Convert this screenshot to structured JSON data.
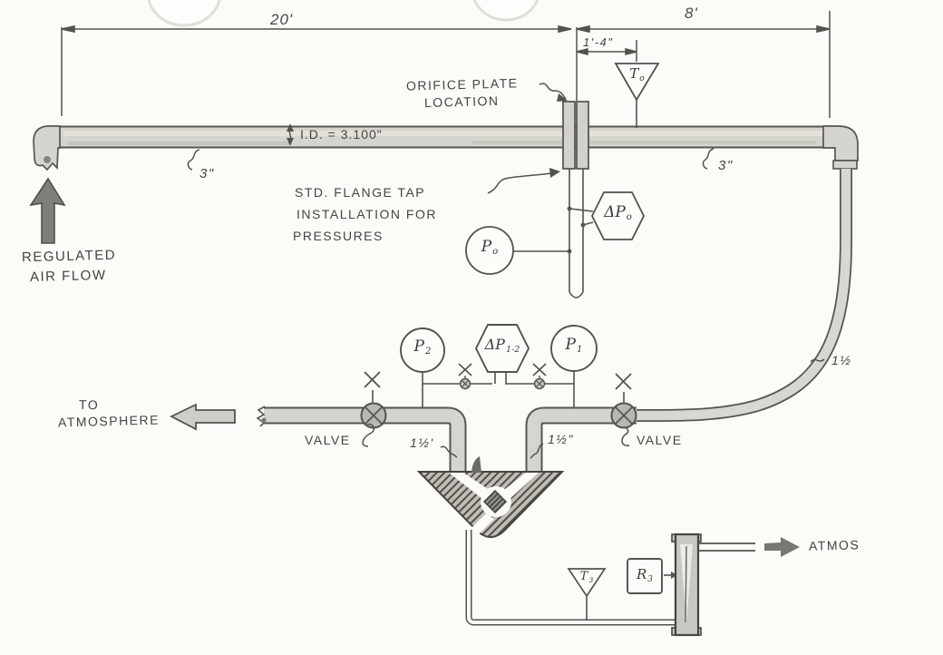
{
  "title": "Hand-drawn orifice meter piping schematic",
  "colors": {
    "paper": "#fcfbf7",
    "line": "#53524d",
    "pipe_fill": "#d6d4ce",
    "valve_fill": "#b9b7b1",
    "solid_arrow": "#7f7e78"
  },
  "dimensions": {
    "upstream_run": "20'",
    "downstream_run": "8'",
    "orifice_to_thermowell": "1'-4\"",
    "pipe_id": "I.D. = 3.100\"",
    "pipe_size_left": "3\"",
    "pipe_size_right": "3\"",
    "branch_left": "1½'",
    "branch_right": "1½\"",
    "downcomer_size": "1½"
  },
  "notes": {
    "orifice_line1": "ORIFICE PLATE",
    "orifice_line2": "LOCATION",
    "flange_line1": "STD. FLANGE TAP",
    "flange_line2": "INSTALLATION FOR",
    "flange_line3": "PRESSURES"
  },
  "flow": {
    "inlet_line1": "REGULATED",
    "inlet_line2": "AIR FLOW",
    "vent_line1": "TO",
    "vent_line2": "ATMOSPHERE",
    "outlet_label": "ATMOS"
  },
  "valves": {
    "left_label": "VALVE",
    "right_label": "VALVE"
  },
  "instruments": {
    "t0": {
      "main": "T",
      "sub": "o"
    },
    "dp0": {
      "main": "ΔP",
      "sub": "o"
    },
    "p0": {
      "main": "P",
      "sub": "o"
    },
    "p2": {
      "main": "P",
      "sub": "2"
    },
    "dp12": {
      "main": "ΔP",
      "sub": "1-2"
    },
    "p1": {
      "main": "P",
      "sub": "1"
    },
    "t3": {
      "main": "T",
      "sub": "3"
    },
    "r3": {
      "main": "R",
      "sub": "3"
    }
  }
}
